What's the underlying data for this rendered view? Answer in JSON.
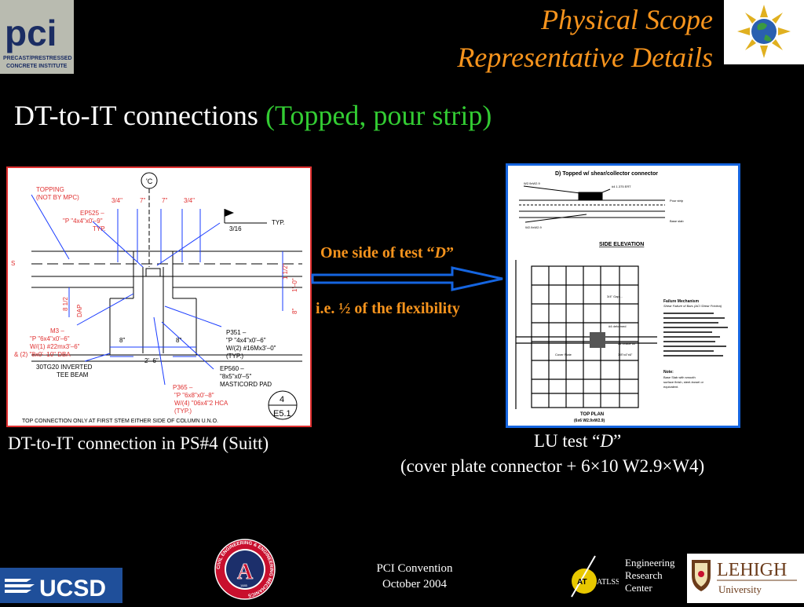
{
  "header": {
    "title_line1": "Physical Scope",
    "title_line2": "Representative Details",
    "pci_logo_text": "pci",
    "pci_subtitle_1": "PRECAST/PRESTRESSED",
    "pci_subtitle_2": "CONCRETE INSTITUTE"
  },
  "heading": {
    "main": "DT-to-IT connections ",
    "highlight": "(Topped, pour strip)"
  },
  "left_drawing": {
    "labels": {
      "topping": "TOPPING",
      "topping_note": "(NOT BY MPC)",
      "ep525": "EP525 –",
      "ep525_size": "\"P \"4x4\"x0'–9\"",
      "ep525_typ": "TYP.",
      "dim_34_a": "3/4\"",
      "dim_7_a": "7\"",
      "dim_7_b": "7\"",
      "dim_34_b": "3/4\"",
      "col_c": "'C",
      "weld": "3/16",
      "typ": "TYP.",
      "dim_12": "1 1/2\"",
      "dim_10": "1'–0\"",
      "dim_8r": "8\"",
      "dim_8l": "8 1/2",
      "dap": "DAP",
      "m3": "M3 –",
      "m3_line2": "\"P \"6x4\"x0'–6\"",
      "m3_line3": "W/(1) #22mx3'–6\"",
      "m3_line4": "& (2) \"8x0'–10\" DBA",
      "tee_beam_1": "30TG20 INVERTED",
      "tee_beam_2": "TEE BEAM",
      "dim_8a": "8\"",
      "dim_8b": "8\"",
      "dim_26": "2'–6\"",
      "p351": "P351 –",
      "p351_2": "\"P \"4x4\"x0'–6\"",
      "p351_3": "W/(2) #16Mx3'–0\"",
      "p351_4": "(TYP.)",
      "ep560": "EP560 –",
      "ep560_2": "\"8x5\"x0'–5\"",
      "ep560_3": "MASTICORD PAD",
      "p365": "P365 –",
      "p365_2": "\"P \"6x8\"x0'–8\"",
      "p365_3": "W/(4) \"06x4\"2 HCA",
      "p365_4": "(TYP.)",
      "detail_no": "4",
      "sheet_no": "E5.1",
      "footnote": "TOP CONNECTION ONLY AT FIRST STEM EITHER SIDE OF COLUMN U.N.O.",
      "s_mark": "S"
    },
    "caption": "DT-to-IT connection in PS#4 (Suitt)"
  },
  "middle": {
    "line1_prefix": "One side of test “",
    "line1_italic": "D",
    "line1_suffix": "”",
    "line2": "i.e. ½ of the flexibility"
  },
  "right_drawing": {
    "title": "D) Topped w/ shear/collector connector",
    "side_elevation": "SIDE ELEVATION",
    "top_plan": "TOP PLAN",
    "top_plan_sub": "(6x6 W2.9xW2.9)",
    "failure_title": "Failure Mechanism",
    "failure_sub": "Shear Failure of Bars (ACI Shear Friction)",
    "note_title": "Note:",
    "note_1": "Base Slab with smooth",
    "note_2": "surface finish, steel-trowel or",
    "note_3": "equivalent.",
    "caption_1_prefix": "LU test “",
    "caption_1_italic": "D",
    "caption_1_suffix": "”",
    "caption_2": "(cover plate connector + 6×10 W2.9×W4)"
  },
  "footer": {
    "ucsd": "UCSD",
    "conference": "PCI Convention",
    "date": "October 2004",
    "atlss": "ATLSS",
    "erc_1": "Engineering",
    "erc_2": "Research",
    "erc_3": "Center",
    "lehigh": "LEHIGH",
    "lehigh_sub": "University",
    "ua_ring": "CIVIL ENGINEERING & ENGINEERING MECHANICS",
    "ua_letter": "A",
    "ua_year": "1885"
  },
  "colors": {
    "title": "#f7941d",
    "highlight": "#33cc33",
    "left_border": "#e03030",
    "right_border": "#1565e0",
    "arrow": "#1565e0"
  }
}
